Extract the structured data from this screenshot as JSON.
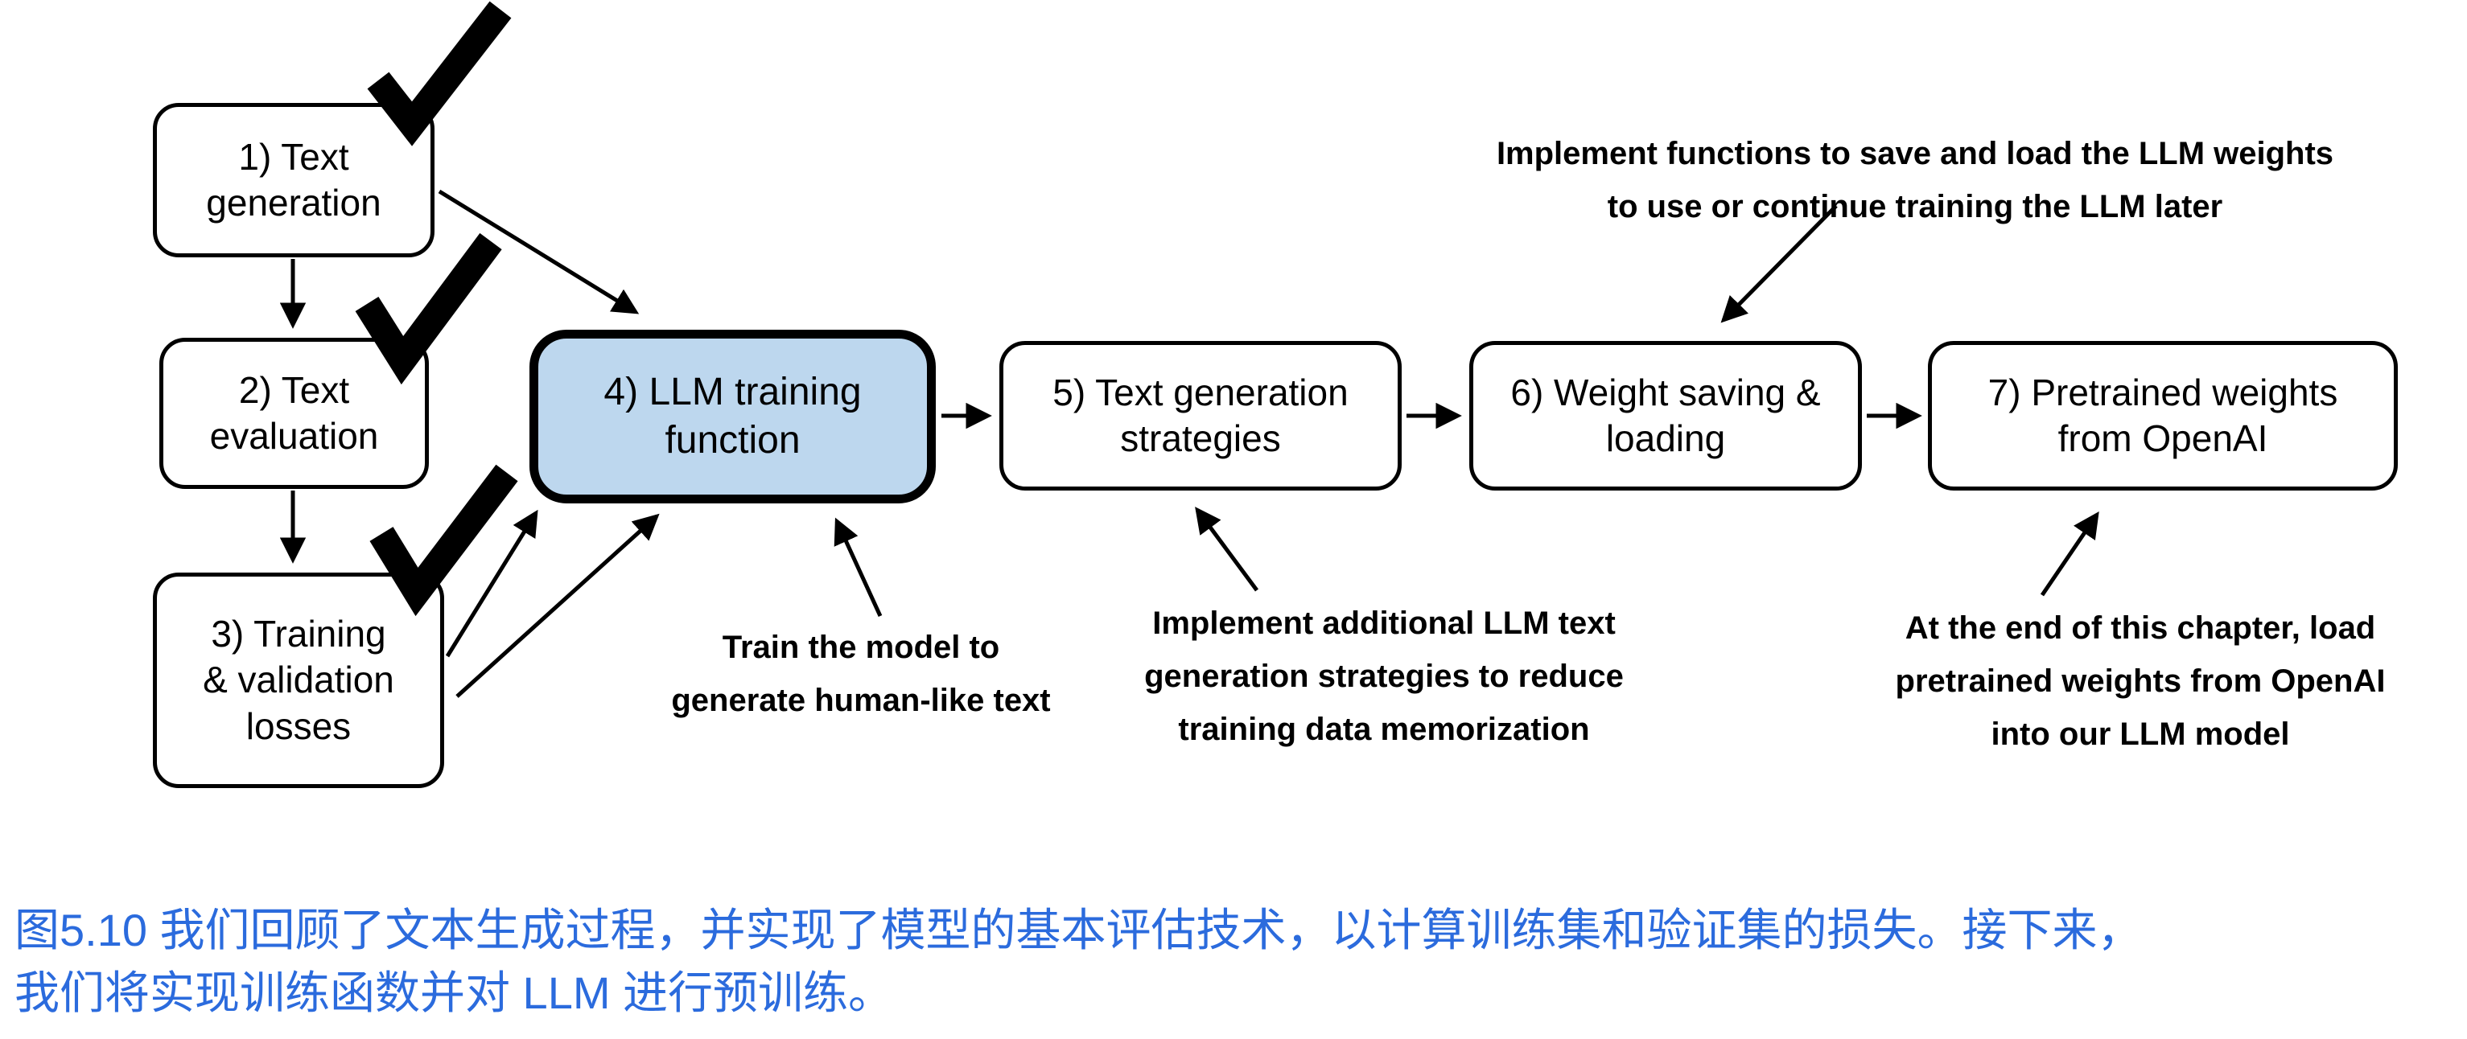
{
  "colors": {
    "caption_blue": "#2b6bdd",
    "highlight_fill": "#bdd7ee",
    "line_black": "#000000"
  },
  "icons": {
    "completed_checkmark": "✓"
  },
  "boxes": [
    {
      "label": "1) Text\ngeneration",
      "completed": true
    },
    {
      "label": "2) Text\nevaluation",
      "completed": true
    },
    {
      "label": "3) Training\n& validation\nlosses",
      "completed": true
    },
    {
      "label": "4) LLM training\nfunction",
      "completed": false,
      "highlighted": true
    },
    {
      "label": "5) Text generation\nstrategies",
      "completed": false
    },
    {
      "label": "6) Weight saving &\nloading",
      "completed": false
    },
    {
      "label": "7) Pretrained weights\nfrom OpenAI",
      "completed": false
    }
  ],
  "notes": {
    "save_load": "Implement functions to save and load the LLM weights\nto use or continue training the LLM later",
    "train": "Train the model to\ngenerate human-like text",
    "strategies": "Implement additional LLM text\ngeneration strategies to reduce\ntraining data memorization",
    "pretrained": "At the end of this chapter, load\npretrained weights from OpenAI\ninto our LLM model"
  },
  "caption": {
    "text": "图5.10 我们回顾了文本生成过程，并实现了模型的基本评估技术，以计算训练集和验证集的损失。接下来，\n我们将实现训练函数并对 LLM 进行预训练。"
  }
}
